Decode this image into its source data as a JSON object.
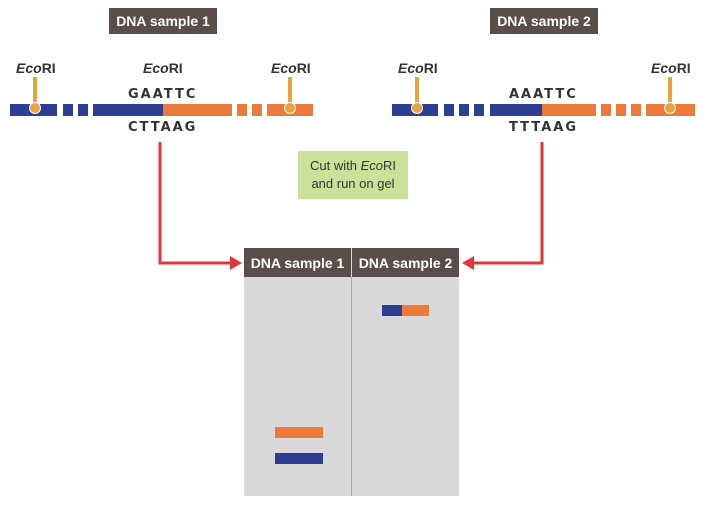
{
  "sample1": {
    "title": "DNA sample 1",
    "enzyme_left": {
      "italic": "Eco",
      "plain": "RI"
    },
    "enzyme_mid": {
      "italic": "Eco",
      "plain": "RI"
    },
    "enzyme_right": {
      "italic": "Eco",
      "plain": "RI"
    },
    "seq_top": "GAATTC",
    "seq_bottom": "CTTAAG"
  },
  "sample2": {
    "title": "DNA sample 2",
    "enzyme_left": {
      "italic": "Eco",
      "plain": "RI"
    },
    "enzyme_right": {
      "italic": "Eco",
      "plain": "RI"
    },
    "seq_top": "AAATTC",
    "seq_bottom": "TTTAAG"
  },
  "instruction": {
    "line1_prefix": "Cut with ",
    "line1_italic": "Eco",
    "line1_suffix": "RI",
    "line2": "and run on gel"
  },
  "gel": {
    "lane1_label": "DNA sample 1",
    "lane2_label": "DNA sample 2"
  },
  "colors": {
    "dna_left": "#2e3e95",
    "dna_right": "#ec7a3a",
    "site_marker": "#e8a33c",
    "arrow": "#e2353a",
    "header_box": "#5b4e4a",
    "note_box": "#c9e29a",
    "gel": "#d9d9d9"
  }
}
